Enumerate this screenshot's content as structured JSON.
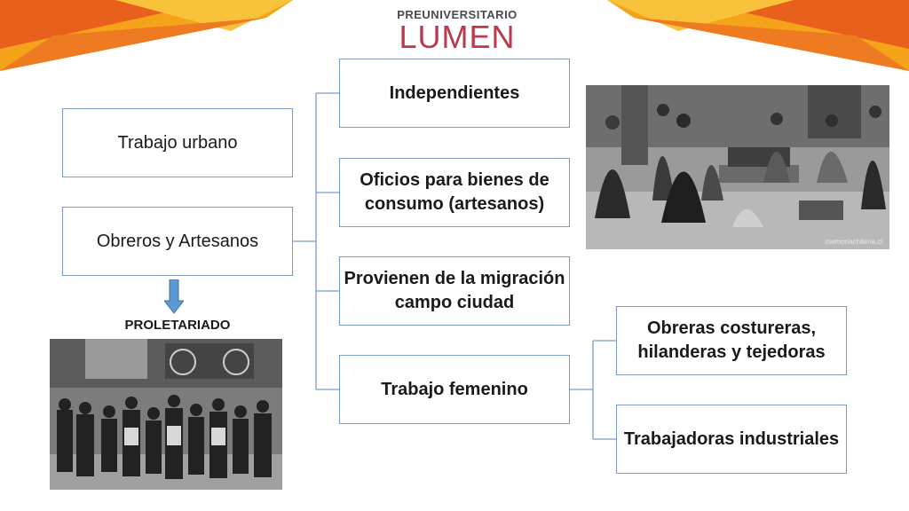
{
  "logo": {
    "top_text": "PREUNIVERSITARIO",
    "main_text": "LUMEN",
    "color": "#b83a4b"
  },
  "colors": {
    "banner_dark": "#e8601c",
    "banner_light": "#f5a31a",
    "box_border": "#7a9cc6",
    "arrow": "#5b9bd5"
  },
  "left": {
    "trabajo_urbano": "Trabajo urbano",
    "obreros": "Obreros y Artesanos",
    "proletariado": "PROLETARIADO"
  },
  "middle": {
    "independientes": "Independientes",
    "oficios": "Oficios para bienes de consumo (artesanos)",
    "provienen": "Provienen de la migración campo ciudad",
    "femenino": "Trabajo femenino"
  },
  "right": {
    "obreras": "Obreras costureras, hilanderas y tejedoras",
    "industriales": "Trabajadoras industriales"
  },
  "photos": {
    "market_watermark": "memoriachilena.cl"
  }
}
